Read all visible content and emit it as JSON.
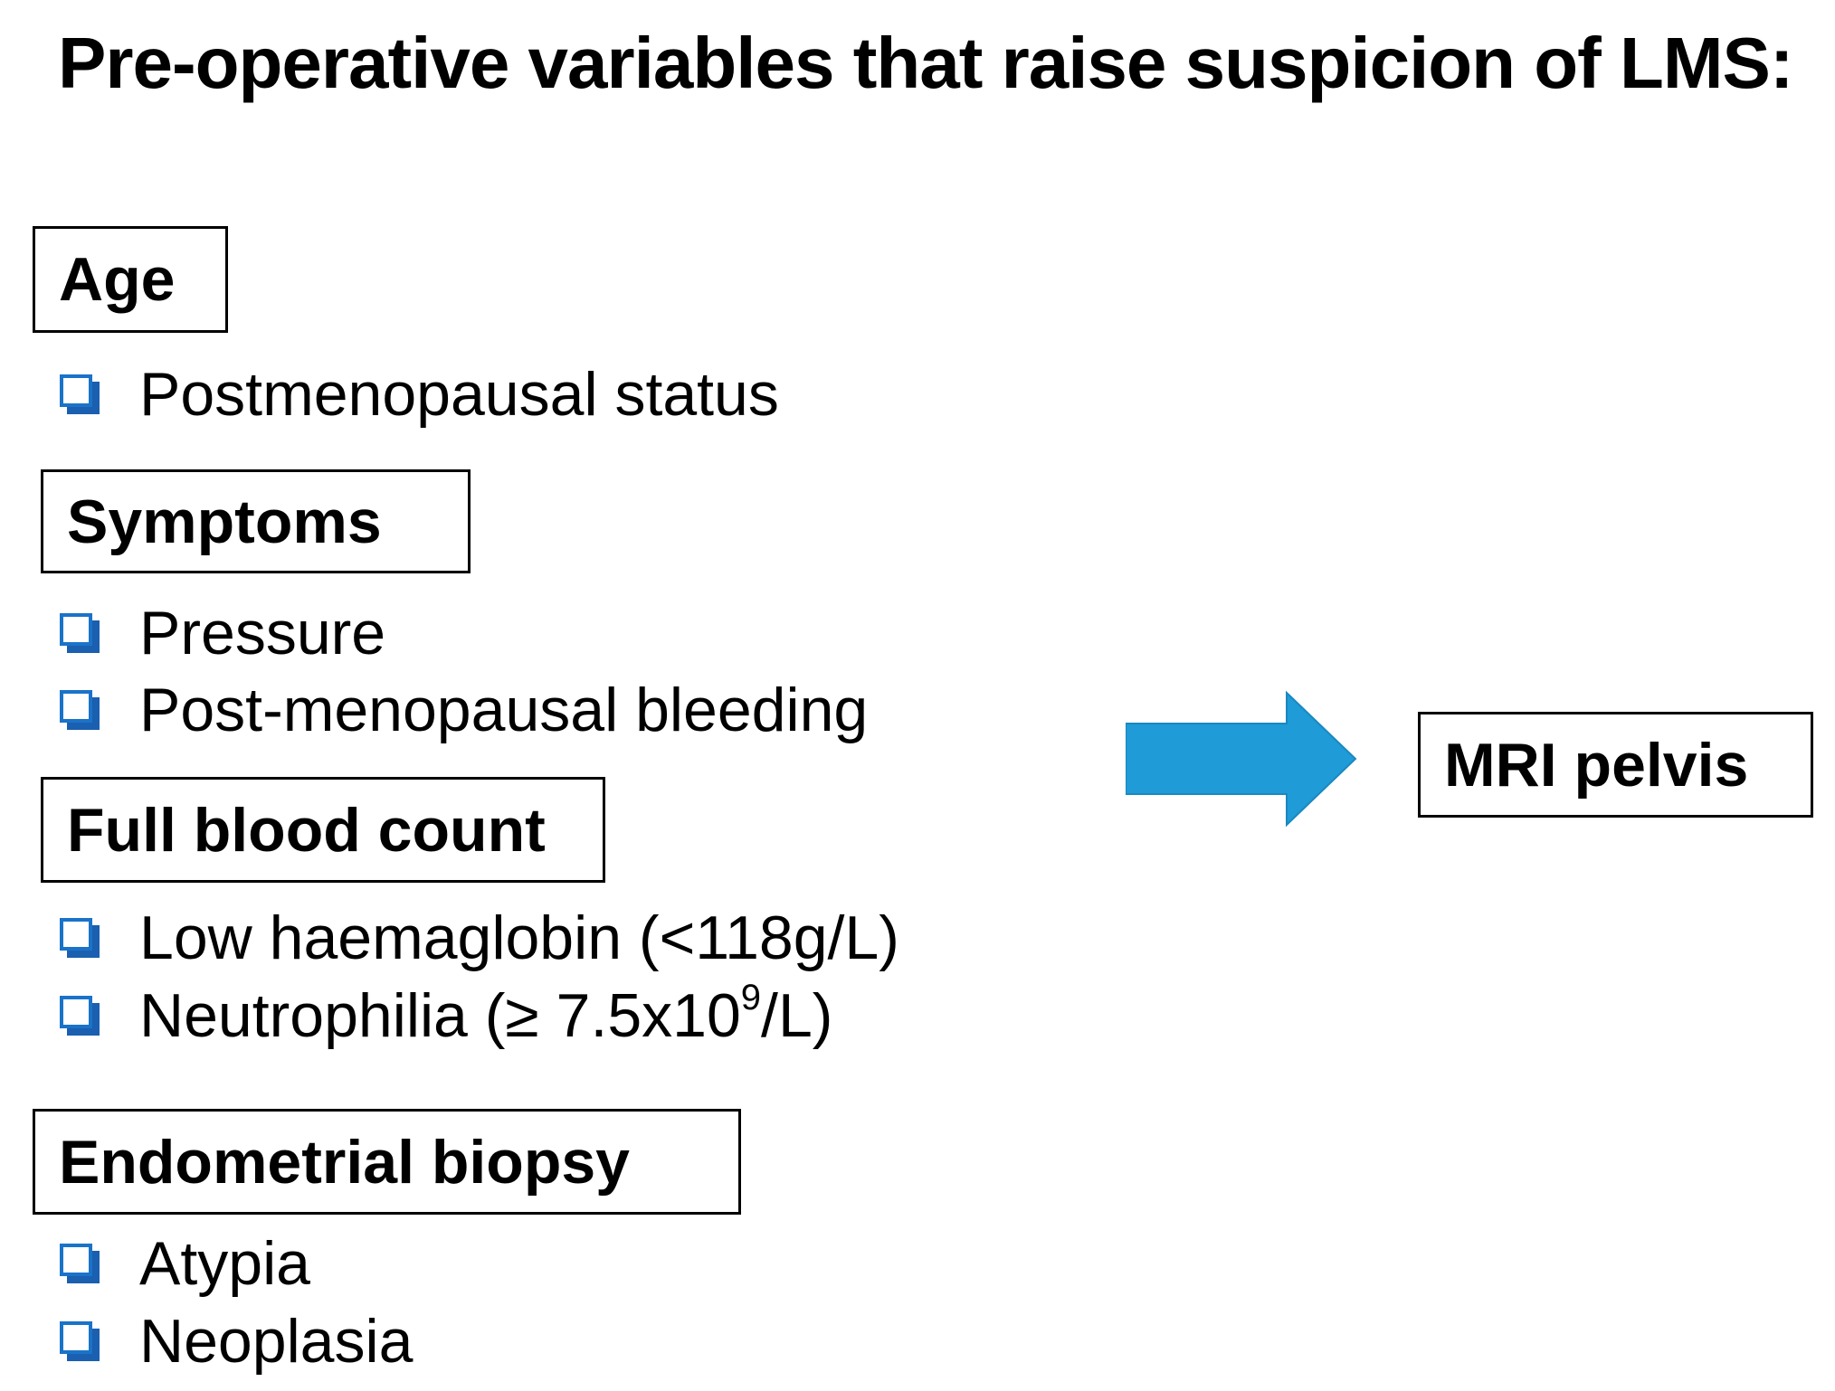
{
  "title": "Pre-operative variables that raise suspicion of LMS:",
  "accent_color": "#1f9bd7",
  "checkbox_color": "#1a73c8",
  "checkbox_icon": "checkbox-icon",
  "sections": [
    {
      "heading": "Age",
      "items": [
        "Postmenopausal status"
      ]
    },
    {
      "heading": "Symptoms",
      "items": [
        "Pressure",
        "Post-menopausal bleeding"
      ]
    },
    {
      "heading": "Full blood count",
      "items": [
        "Low  haemaglobin (<118g/L)",
        "Neutrophilia (≥ 7.5x10"
      ]
    },
    {
      "heading": "Endometrial biopsy",
      "items": [
        "Atypia",
        "Neoplasia"
      ]
    }
  ],
  "neutrophilia_superscript": "9",
  "neutrophilia_suffix": "/L)",
  "outcome": "MRI pelvis"
}
